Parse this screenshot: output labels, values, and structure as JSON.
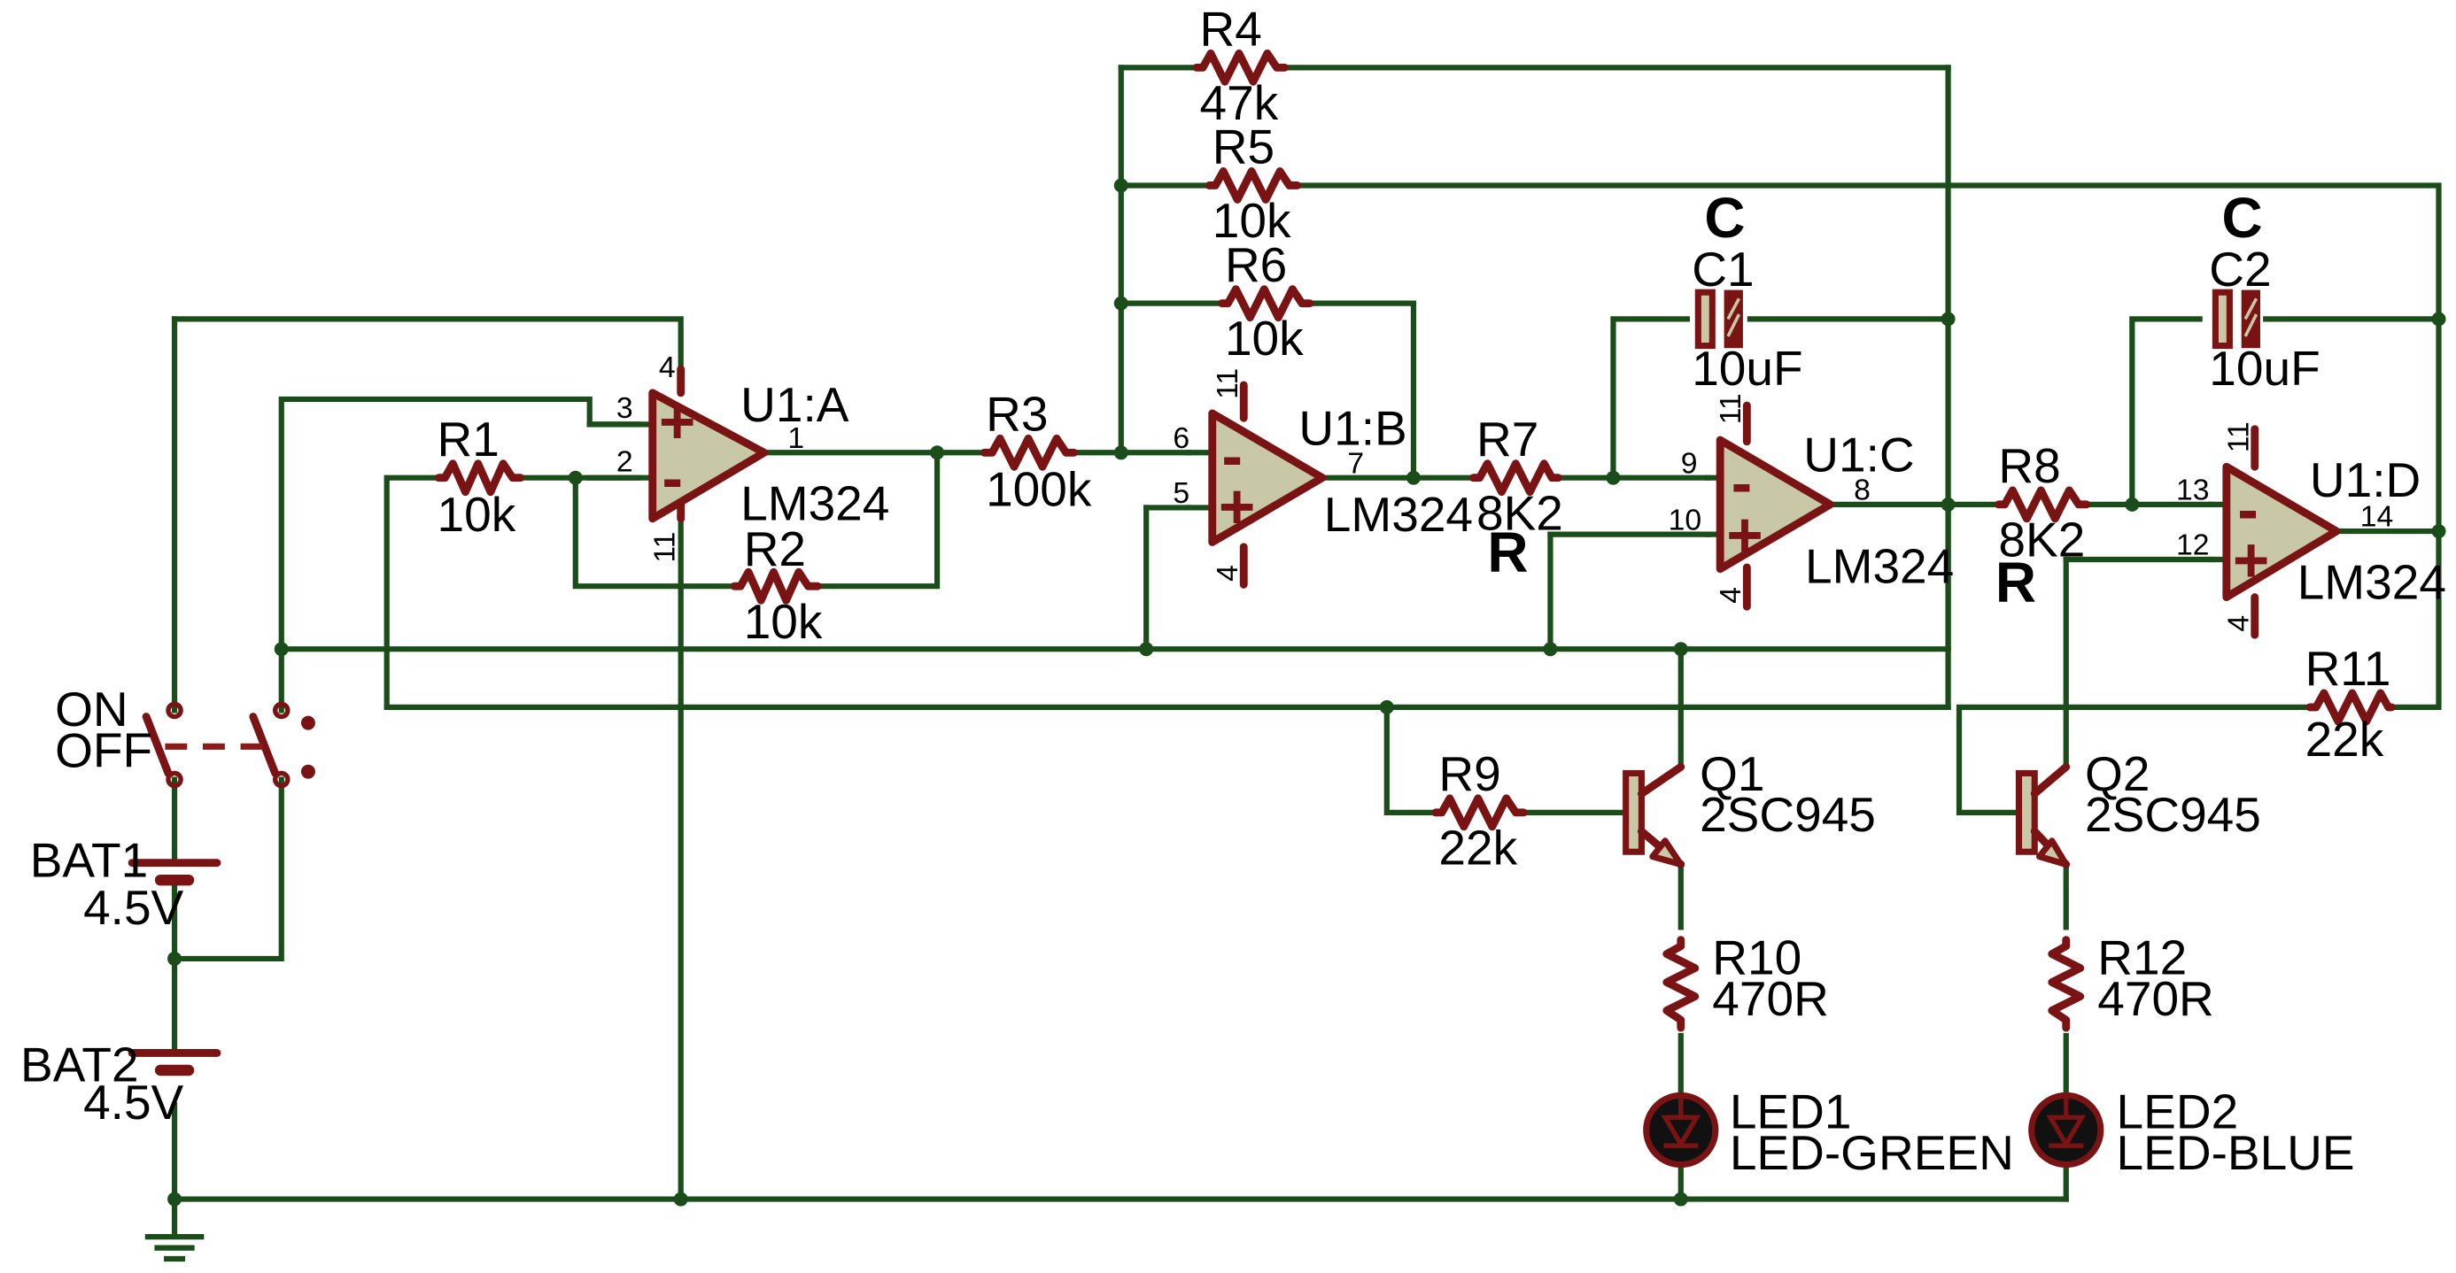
{
  "switch": {
    "on": "ON",
    "off": "OFF"
  },
  "batteries": [
    {
      "ref": "BAT1",
      "value": "4.5V"
    },
    {
      "ref": "BAT2",
      "value": "4.5V"
    }
  ],
  "resistors": [
    {
      "ref": "R1",
      "value": "10k"
    },
    {
      "ref": "R2",
      "value": "10k"
    },
    {
      "ref": "R3",
      "value": "100k"
    },
    {
      "ref": "R4",
      "value": "47k"
    },
    {
      "ref": "R5",
      "value": "10k"
    },
    {
      "ref": "R6",
      "value": "10k"
    },
    {
      "ref": "R7",
      "value": "8K2"
    },
    {
      "ref": "R8",
      "value": "8K2"
    },
    {
      "ref": "R9",
      "value": "22k"
    },
    {
      "ref": "R10",
      "value": "470R"
    },
    {
      "ref": "R11",
      "value": "22k"
    },
    {
      "ref": "R12",
      "value": "470R"
    }
  ],
  "capacitors": [
    {
      "ref": "C1",
      "value": "10uF"
    },
    {
      "ref": "C2",
      "value": "10uF"
    }
  ],
  "opamps": [
    {
      "ref": "U1:A",
      "part": "LM324",
      "pins": {
        "ninv": "3",
        "inv": "2",
        "out": "1",
        "vcc": "4",
        "vee": "11"
      }
    },
    {
      "ref": "U1:B",
      "part": "LM324",
      "pins": {
        "inv": "6",
        "ninv": "5",
        "out": "7",
        "vcc": "11",
        "vee": "4"
      }
    },
    {
      "ref": "U1:C",
      "part": "LM324",
      "pins": {
        "inv": "9",
        "ninv": "10",
        "out": "8",
        "vcc": "11",
        "vee": "4"
      }
    },
    {
      "ref": "U1:D",
      "part": "LM324",
      "pins": {
        "inv": "13",
        "ninv": "12",
        "out": "14",
        "vcc": "11",
        "vee": "4"
      }
    }
  ],
  "transistors": [
    {
      "ref": "Q1",
      "part": "2SC945"
    },
    {
      "ref": "Q2",
      "part": "2SC945"
    }
  ],
  "leds": [
    {
      "ref": "LED1",
      "part": "LED-GREEN"
    },
    {
      "ref": "LED2",
      "part": "LED-BLUE"
    }
  ],
  "annotations": {
    "r1": "R",
    "r2": "R",
    "c1": "C",
    "c2": "C"
  },
  "signs": {
    "plus": "+",
    "minus": "-"
  }
}
